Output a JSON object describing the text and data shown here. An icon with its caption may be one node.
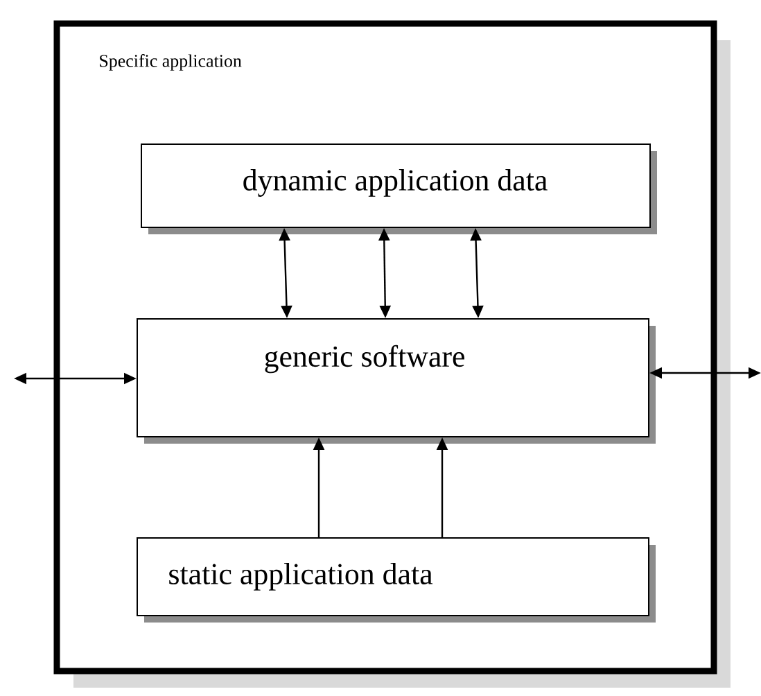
{
  "diagram": {
    "nodes": [
      {
        "text": [
          "Specific application"
        ]
      },
      {
        "text": [
          "dynamic application data"
        ],
        "in": 0
      },
      {
        "text": [
          "generic software"
        ],
        "in": 0
      },
      {
        "text": [
          "static application data"
        ],
        "in": 0
      }
    ],
    "edges": [
      {
        "from": 1,
        "to": 2,
        "arrow": "both"
      },
      {
        "from": 1,
        "to": 2,
        "arrow": "both"
      },
      {
        "from": 1,
        "to": 2,
        "arrow": "both"
      },
      {
        "from": 3,
        "to": 2,
        "arrow": "to"
      },
      {
        "from": 3,
        "to": 2,
        "arrow": "to"
      },
      {
        "from": null,
        "to": 2,
        "arrow": "both"
      },
      {
        "from": 2,
        "to": null,
        "arrow": "both"
      }
    ]
  }
}
